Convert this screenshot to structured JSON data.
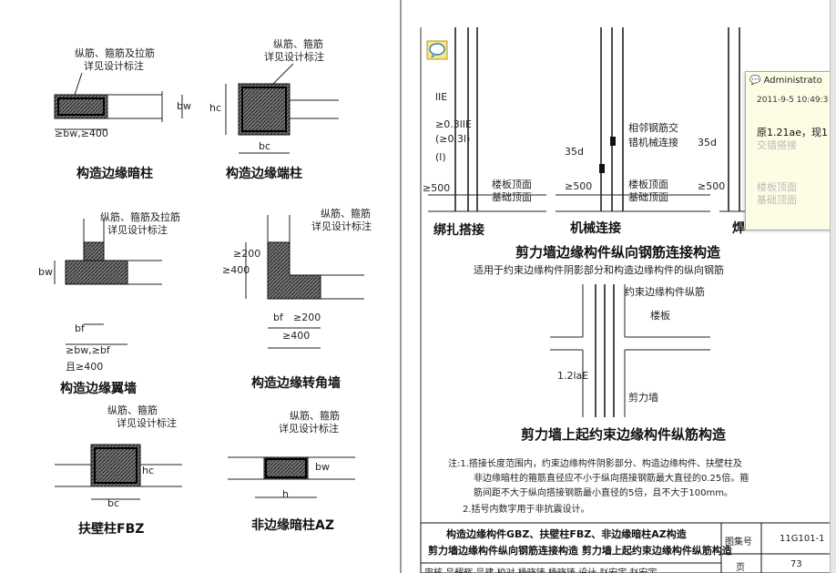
{
  "detail_titles": {
    "hidden_column": "构造边缘暗柱",
    "end_column": "构造边缘端柱",
    "flange_wall": "构造边缘翼墙",
    "corner_wall": "构造边缘转角墙",
    "pilaster": "扶壁柱FBZ",
    "non_edge_column": "非边缘暗柱AZ"
  },
  "annotations": {
    "rebar_stirrup_tie_l1": "纵筋、箍筋及拉筋",
    "rebar_stirrup_tie_l2": "详见设计标注",
    "rebar_stirrup_l1": "纵筋、箍筋",
    "rebar_stirrup_l2": "详见设计标注"
  },
  "dims": {
    "bw_400": "≥bw,≥400",
    "bw": "bw",
    "bc": "bc",
    "hc": "hc",
    "bf": "bf",
    "bw_bf": "≥bw,≥bf",
    "and_400": "且≥400",
    "ge400": "≥400",
    "ge200": "≥200",
    "h": "h",
    "b": "bw"
  },
  "splice": {
    "dim_03_lle": "≥0.3lIE",
    "dim_03_l": "(≥0.3l)",
    "dim_lle": "lIE",
    "dim_l": "(l)",
    "dim_35d": "35d",
    "dim_ge500": "≥500",
    "lap_label": "绑扎搭接",
    "mech_label": "机械连接",
    "weld_label": "焊",
    "stagger_l1": "相邻钢筋交",
    "stagger_l2": "错机械连接",
    "slab_top": "楼板顶面",
    "found_top": "基础顶面"
  },
  "section_titles": {
    "splice_title": "剪力墙边缘构件纵向钢筋连接构造",
    "splice_sub": "适用于约束边缘构件阴影部分和构造边缘构件的纵向钢筋",
    "restrained_title": "剪力墙上起约束边缘构件纵筋构造"
  },
  "restrained": {
    "rebar_label": "约束边缘构件纵筋",
    "slab_label": "楼板",
    "wall_label": "剪力墙",
    "dim_12lae": "1.2laE"
  },
  "notes": {
    "n1": "注:1.搭接长度范围内，约束边缘构件阴影部分、构造边缘构件、扶壁柱及",
    "n2": "非边缘暗柱的箍筋直径应不小于纵向搭接钢筋最大直径的0.25倍。箍",
    "n3": "筋间距不大于纵向搭接钢筋最小直径的5倍，且不大于100mm。",
    "n4": "2.括号内数字用于非抗震设计。"
  },
  "title_block": {
    "line1": "构造边缘构件GBZ、扶壁柱FBZ、非边缘暗柱AZ构造",
    "line2": "剪力墙边缘构件纵向钢筋连接构造 剪力墙上起约束边缘构件纵筋构造",
    "atlas_label": "图集号",
    "atlas_no": "11G101-1",
    "page_label": "页",
    "page_no": "73",
    "row_text": "审核 吕耀辉 吕建 校对 杨晓铸 杨晓铸 设计 赵宏宇 赵宏宇"
  },
  "comment_popup": {
    "author": "Administrato",
    "time": "2011-9-5 10:49:3",
    "body": "原1.21ae，现1",
    "ghost1": "交错搭接",
    "ghost2": "楼板顶面",
    "ghost3": "基础顶面"
  },
  "colors": {
    "line": "#222222",
    "hatch": "#555555",
    "popup_bg": "#fdfde6",
    "icon": "#3a7fc2"
  }
}
